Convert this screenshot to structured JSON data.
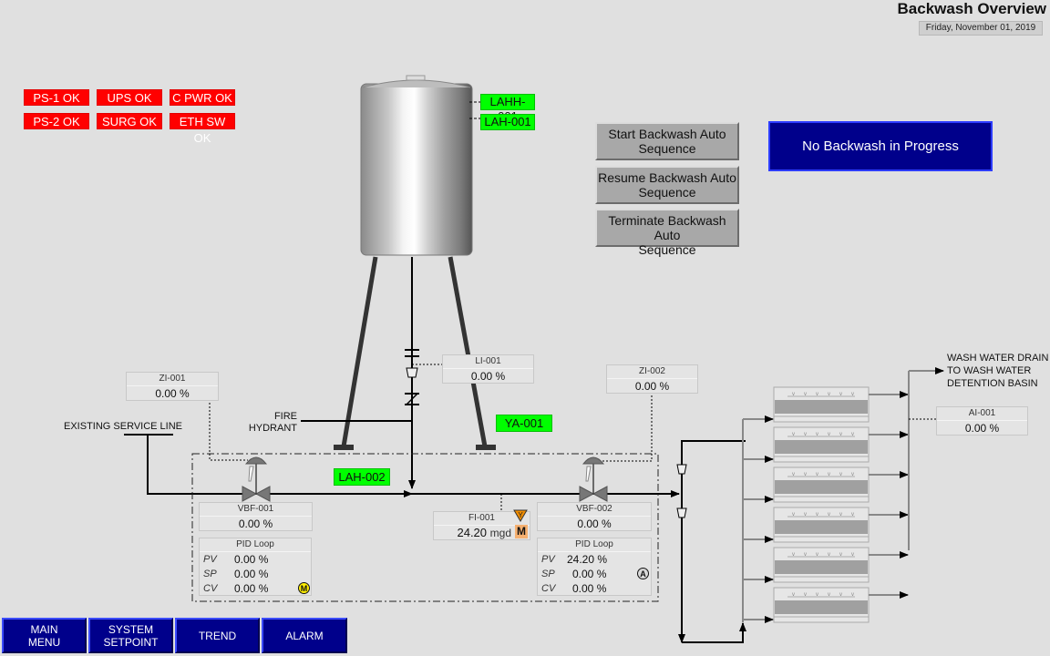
{
  "header": {
    "title": "Backwash Overview",
    "date": "Friday, November 01, 2019"
  },
  "status_indicators": [
    {
      "label": "PS-1 OK",
      "color": "#ff0000"
    },
    {
      "label": "UPS OK",
      "color": "#ff0000"
    },
    {
      "label": "C PWR OK",
      "color": "#ff0000"
    },
    {
      "label": "PS-2 OK",
      "color": "#ff0000"
    },
    {
      "label": "SURG OK",
      "color": "#ff0000"
    },
    {
      "label": "ETH SW OK",
      "color": "#ff0000"
    }
  ],
  "alarms": {
    "lahh_001": "LAHH-001",
    "lah_001": "LAH-001",
    "lah_002": "LAH-002",
    "ya_001": "YA-001",
    "color": "#00ff00"
  },
  "sequence_buttons": {
    "start": {
      "line1": "Start Backwash Auto",
      "line2": "Sequence"
    },
    "resume": {
      "line1": "Resume Backwash Auto",
      "line2": "Sequence"
    },
    "terminate": {
      "line1": "Terminate Backwash Auto",
      "line2": "Sequence"
    }
  },
  "status_banner": {
    "text": "No Backwash in Progress",
    "color": "#00008b"
  },
  "instruments": {
    "zi_001": {
      "tag": "ZI-001",
      "value": "0.00 %"
    },
    "zi_002": {
      "tag": "ZI-002",
      "value": "0.00 %"
    },
    "li_001": {
      "tag": "LI-001",
      "value": "0.00 %"
    },
    "ai_001": {
      "tag": "AI-001",
      "value": "0.00 %"
    },
    "vbf_001": {
      "tag": "VBF-001",
      "value": "0.00 %"
    },
    "vbf_002": {
      "tag": "VBF-002",
      "value": "0.00 %"
    },
    "fi_001": {
      "tag": "FI-001",
      "value": "24.20",
      "unit": "mgd",
      "mode": "M"
    }
  },
  "pid_loops": {
    "loop1": {
      "title": "PID Loop",
      "pv_label": "PV",
      "sp_label": "SP",
      "cv_label": "CV",
      "pv": "0.00 %",
      "sp": "0.00 %",
      "cv": "0.00 %",
      "mode": "M"
    },
    "loop2": {
      "title": "PID Loop",
      "pv_label": "PV",
      "sp_label": "SP",
      "cv_label": "CV",
      "pv": "24.20 %",
      "sp": "0.00 %",
      "cv": "0.00 %",
      "mode": "A"
    }
  },
  "labels": {
    "existing_service_line": "EXISTING SERVICE LINE",
    "fire_hydrant_1": "FIRE",
    "fire_hydrant_2": "HYDRANT",
    "wash_drain_1": "WASH WATER DRAIN",
    "wash_drain_2": "TO WASH WATER",
    "wash_drain_3": "DETENTION BASIN"
  },
  "nav_buttons": [
    {
      "line1": "MAIN",
      "line2": "MENU"
    },
    {
      "line1": "SYSTEM",
      "line2": "SETPOINT"
    },
    {
      "line1": "TREND",
      "line2": ""
    },
    {
      "line1": "ALARM",
      "line2": ""
    }
  ]
}
